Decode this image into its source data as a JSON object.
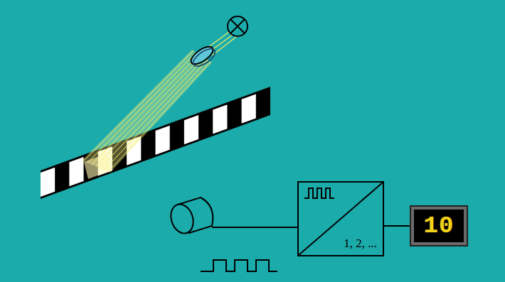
{
  "diagram": {
    "nodes": [
      {
        "text": [
          "1, 2, ..."
        ]
      },
      {
        "text": [
          "10"
        ]
      }
    ],
    "edges": [
      {
        "from": 0,
        "to": 1,
        "arrow": "none"
      }
    ]
  }
}
